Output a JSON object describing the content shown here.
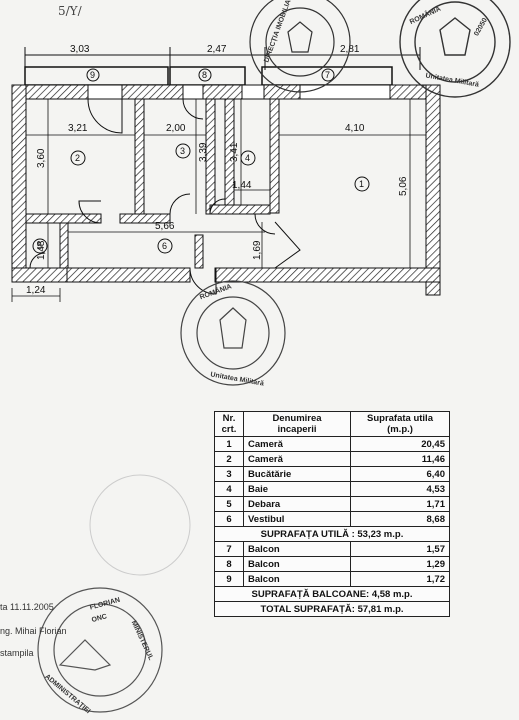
{
  "scribble_top": "5/Y/",
  "plan": {
    "dims": {
      "top_left": "3,03",
      "top_mid": "2,47",
      "top_right": "2,81",
      "room2_width": "3,21",
      "room3_width": "2,00",
      "room1_width": "4,10",
      "room2_height": "3,60",
      "room3_height": "3,39",
      "room4_height": "3,41",
      "room4_width": "1,44",
      "room1_height": "5,06",
      "hall_width": "5,66",
      "room5_height": "1,48",
      "hall_height": "1,69",
      "room5_width": "1,24"
    },
    "room_numbers": {
      "r1": "1",
      "r2": "2",
      "r3": "3",
      "r4": "4",
      "r5": "5",
      "r6": "6",
      "b7": "7",
      "b8": "8",
      "b9": "9"
    }
  },
  "table": {
    "headers": {
      "nr": "Nr.\ncrt.",
      "name": "Denumirea\nincaperii",
      "area": "Suprafata utila\n(m.p.)"
    },
    "rows": [
      {
        "nr": "1",
        "name": "Cameră",
        "area": "20,45"
      },
      {
        "nr": "2",
        "name": "Cameră",
        "area": "11,46"
      },
      {
        "nr": "3",
        "name": "Bucătărie",
        "area": "6,40"
      },
      {
        "nr": "4",
        "name": "Baie",
        "area": "4,53"
      },
      {
        "nr": "5",
        "name": "Debara",
        "area": "1,71"
      },
      {
        "nr": "6",
        "name": "Vestibul",
        "area": "8,68"
      }
    ],
    "total_useful": "SUPRAFAȚA UTILĂ : 53,23 m.p.",
    "balcony_rows": [
      {
        "nr": "7",
        "name": "Balcon",
        "area": "1,57"
      },
      {
        "nr": "8",
        "name": "Balcon",
        "area": "1,29"
      },
      {
        "nr": "9",
        "name": "Balcon",
        "area": "1,72"
      }
    ],
    "total_balconies": "SUPRAFAȚĂ BALCOANE: 4,58 m.p.",
    "total_area": "TOTAL SUPRAFAȚĂ: 57,81 m.p."
  },
  "stamps": {
    "top_right_a": "ROMÂNIA",
    "top_right_b": "Unitatea Militară",
    "top_right_c": "02050",
    "top_mid_a": "DIRECȚIA IMOBILIARĂ",
    "center_a": "ROMÂNIA",
    "center_b": "Unitatea Militară",
    "bottom_a": "MINISTERUL",
    "bottom_b": "ADMINISTRAȚIEI",
    "bottom_c": "FLORIAN",
    "bottom_d": "ONC"
  },
  "footer": {
    "date": "ta 11.11.2005",
    "engineer": "ng. Mihai Florian",
    "stamp_label": "stampila"
  },
  "colors": {
    "wall_hatch": "#222222",
    "paper": "#f4f4f2"
  }
}
